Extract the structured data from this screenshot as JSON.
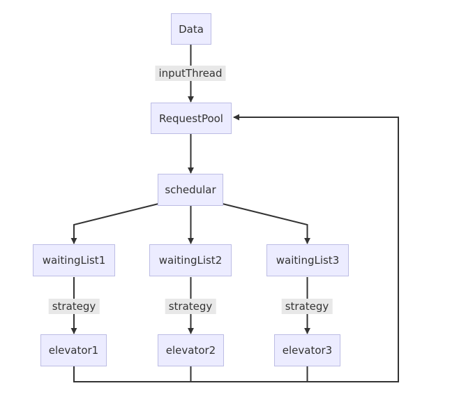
{
  "diagram": {
    "type": "flowchart",
    "direction": "top-down",
    "colors": {
      "background": "#FFFFFF",
      "node_fill": "#ECECFF",
      "node_border": "#BCBCE4",
      "edge_line": "#333333",
      "edge_label_bg": "#E8E8E8",
      "text": "#333333"
    },
    "nodes": {
      "data": "Data",
      "request_pool": "RequestPool",
      "schedular": "schedular",
      "waiting_list_1": "waitingList1",
      "waiting_list_2": "waitingList2",
      "waiting_list_3": "waitingList3",
      "elevator_1": "elevator1",
      "elevator_2": "elevator2",
      "elevator_3": "elevator3"
    },
    "edge_labels": {
      "input_thread": "inputThread",
      "strategy_1": "strategy",
      "strategy_2": "strategy",
      "strategy_3": "strategy"
    },
    "edges": [
      {
        "from": "Data",
        "to": "RequestPool",
        "label": "inputThread"
      },
      {
        "from": "RequestPool",
        "to": "schedular",
        "label": ""
      },
      {
        "from": "schedular",
        "to": "waitingList1",
        "label": ""
      },
      {
        "from": "schedular",
        "to": "waitingList2",
        "label": ""
      },
      {
        "from": "schedular",
        "to": "waitingList3",
        "label": ""
      },
      {
        "from": "waitingList1",
        "to": "elevator1",
        "label": "strategy"
      },
      {
        "from": "waitingList2",
        "to": "elevator2",
        "label": "strategy"
      },
      {
        "from": "waitingList3",
        "to": "elevator3",
        "label": "strategy"
      },
      {
        "from": "elevator1",
        "to": "RequestPool",
        "label": ""
      },
      {
        "from": "elevator2",
        "to": "RequestPool",
        "label": ""
      },
      {
        "from": "elevator3",
        "to": "RequestPool",
        "label": ""
      }
    ]
  }
}
